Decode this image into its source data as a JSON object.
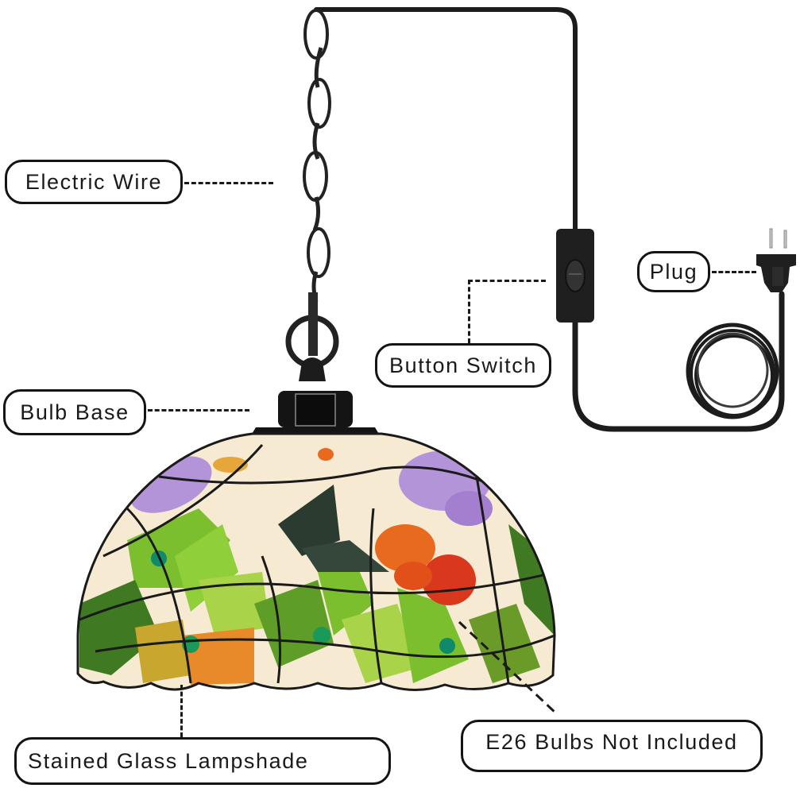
{
  "diagram": {
    "subject": "Stained glass pendant lamp with plug-in cord",
    "labels": {
      "electric_wire": "Electric Wire",
      "plug": "Plug",
      "button_switch": "Button Switch",
      "bulb_base": "Bulb Base",
      "stained_glass_lampshade": "Stained Glass Lampshade",
      "e26_bulbs": "E26 Bulbs Not Included"
    },
    "colors": {
      "background": "#ffffff",
      "label_border": "#141414",
      "cord": "#1c1c1c",
      "lead_lines": "#1a1a1a",
      "glass_cream": "#f6ead2",
      "glass_green": "#7cbf2e",
      "glass_light_green": "#a9d44a",
      "glass_dark_green": "#3f7a22",
      "glass_orange": "#e86a1e",
      "glass_red": "#d9381c",
      "glass_purple": "#b494d8",
      "glass_amber": "#e7a63a",
      "jewel_teal": "#0f8a6a"
    }
  }
}
